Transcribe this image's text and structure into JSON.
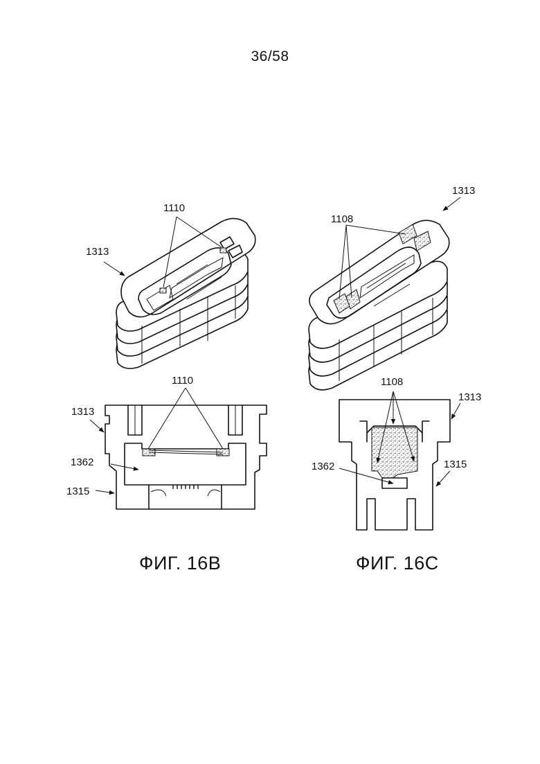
{
  "page": {
    "number": "36/58"
  },
  "figures": {
    "fig16b": {
      "caption": "ФИГ. 16B",
      "top_view": {
        "labels": {
          "a": "1110",
          "b": "1313"
        }
      },
      "section_view": {
        "labels": {
          "a": "1110",
          "b": "1313",
          "c": "1362",
          "d": "1315"
        }
      }
    },
    "fig16c": {
      "caption": "ФИГ. 16C",
      "top_view": {
        "labels": {
          "a": "1313",
          "b": "1108"
        }
      },
      "section_view": {
        "labels": {
          "a": "1108",
          "b": "1313",
          "c": "1362",
          "d": "1315"
        }
      }
    }
  }
}
